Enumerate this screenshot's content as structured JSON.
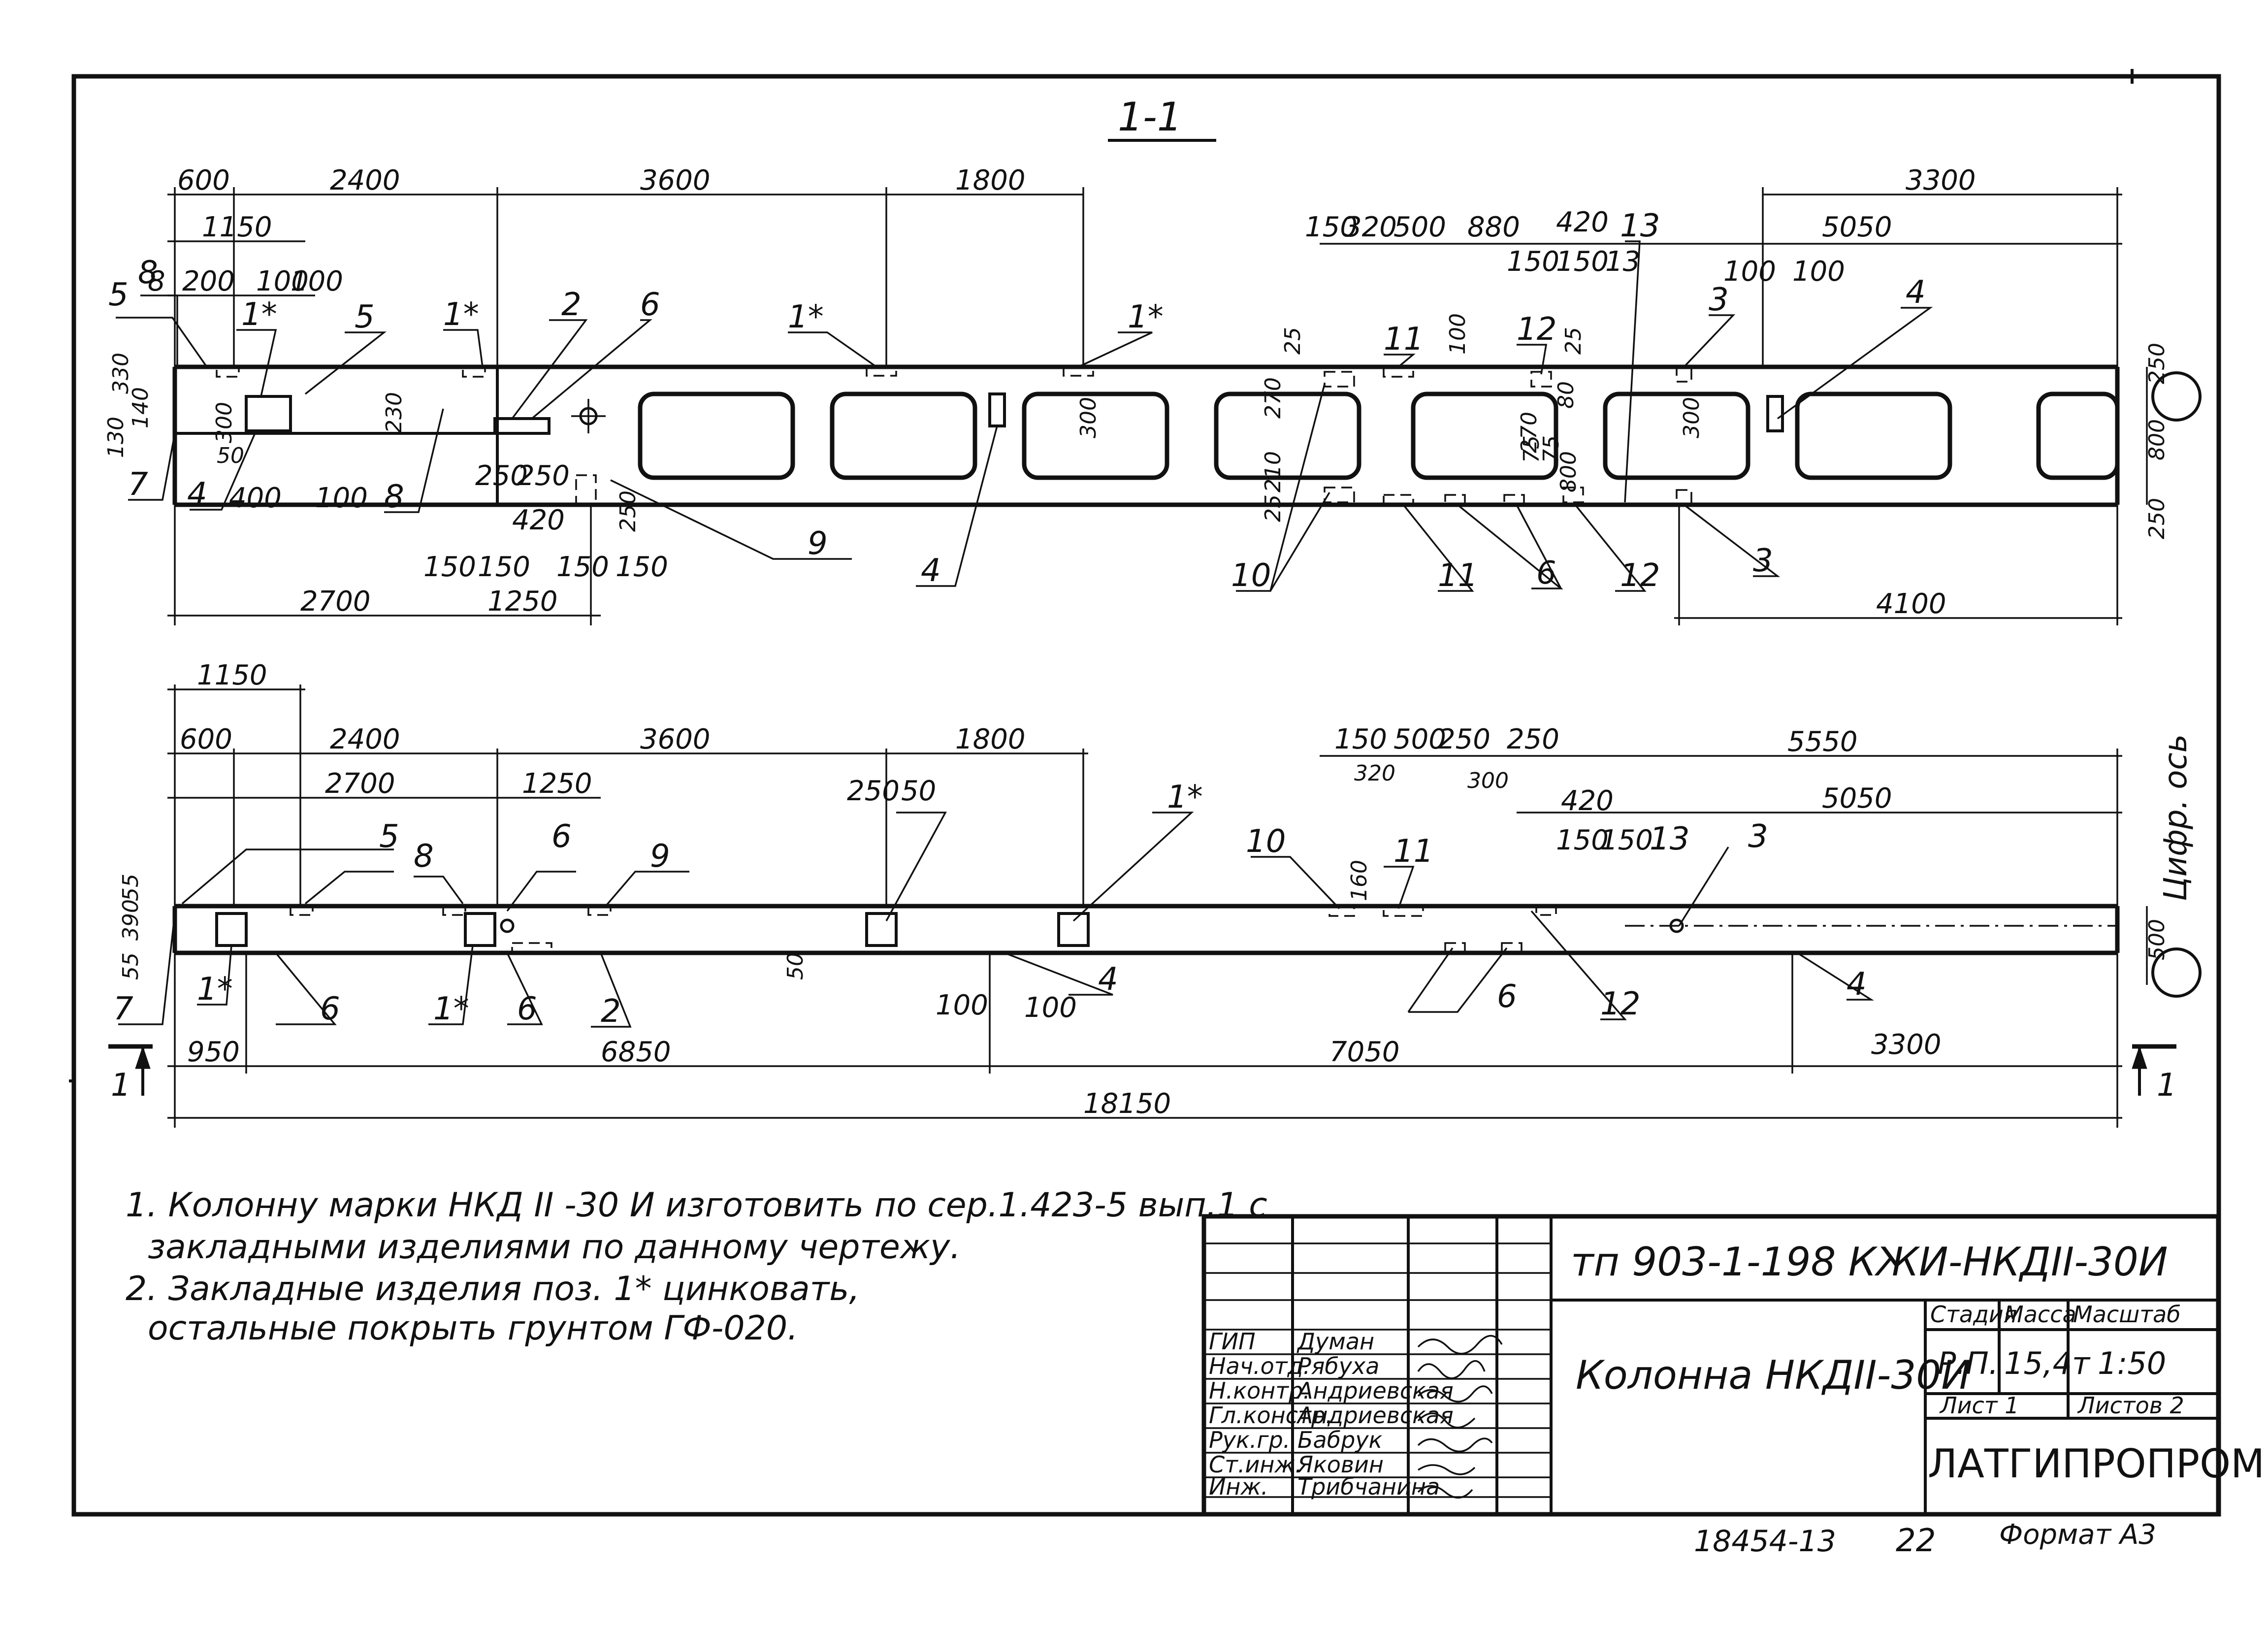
{
  "section": {
    "title": "1-1",
    "cut_label": "1"
  },
  "top_view": {
    "dims_top": [
      "600",
      "2400",
      "3600",
      "1800",
      "1150",
      "8",
      "200",
      "100",
      "100",
      "150",
      "320",
      "500",
      "880",
      "420",
      "5050",
      "3300",
      "150",
      "150",
      "13",
      "100",
      "100"
    ],
    "dims_side": [
      "330",
      "140",
      "130",
      "230",
      "300",
      "50",
      "400",
      "100",
      "250",
      "250",
      "420",
      "150",
      "150",
      "150",
      "150",
      "250",
      "25",
      "270",
      "210",
      "25",
      "100",
      "270",
      "80",
      "75",
      "75",
      "800",
      "25",
      "300",
      "250",
      "800",
      "250",
      "300"
    ],
    "dims_bottom": [
      "2700",
      "1250",
      "4100"
    ],
    "callouts": [
      "5",
      "8",
      "1*",
      "5",
      "7",
      "4",
      "8",
      "1*",
      "2",
      "6",
      "9",
      "1*",
      "4",
      "1*",
      "10",
      "11",
      "11",
      "6",
      "12",
      "12",
      "13",
      "3",
      "3",
      "4"
    ]
  },
  "bottom_view": {
    "dims_top": [
      "1150",
      "600",
      "2400",
      "3600",
      "1800",
      "2700",
      "1250",
      "250",
      "50",
      "150",
      "320",
      "500",
      "250",
      "250",
      "300",
      "5550",
      "420",
      "5050",
      "150",
      "150",
      "13"
    ],
    "dims_side": [
      "55",
      "390",
      "55",
      "50",
      "100",
      "100",
      "160",
      "500"
    ],
    "dims_bottom": [
      "950",
      "6850",
      "7050",
      "3300",
      "18150"
    ],
    "callouts": [
      "5",
      "8",
      "6",
      "9",
      "7",
      "1*",
      "6",
      "1*",
      "6",
      "2",
      "4",
      "1*",
      "10",
      "11",
      "12",
      "3",
      "6",
      "4"
    ],
    "axis_label": "Цифр. ось"
  },
  "notes": [
    "1. Колонну марки   НКД II -30 И   изготовить по сер.1.423-5 вып.1 с",
    "закладными   изделиями   по данному чертежу.",
    "2. Закладные   изделия   поз. 1* цинковать,",
    "остальные    покрыть   грунтом ГФ-020."
  ],
  "title_block": {
    "code": "тп 903-1-198    КЖИ-НКДII-30И",
    "name": "Колонна НКДII-30И",
    "headers": [
      "Стадия",
      "Масса",
      "Масштаб"
    ],
    "values": [
      "Р.П.",
      "15,4т",
      "1:50"
    ],
    "sheet": "Лист 1",
    "sheets": "Листов 2",
    "org": "ЛАТГИПРОПРОМ",
    "roles": [
      "ГИП",
      "Нач.отд.",
      "Н.контр.",
      "Гл.констр.",
      "Рук.гр.",
      "Ст.инж.",
      "Инж."
    ],
    "people": [
      "Думан",
      "Рябуха",
      "Андриевская",
      "Андриевская",
      "Бабрук",
      "Яковин",
      "Трибчанина"
    ]
  },
  "footer": {
    "number": "18454-13",
    "page": "22",
    "format": "Формат А3"
  }
}
